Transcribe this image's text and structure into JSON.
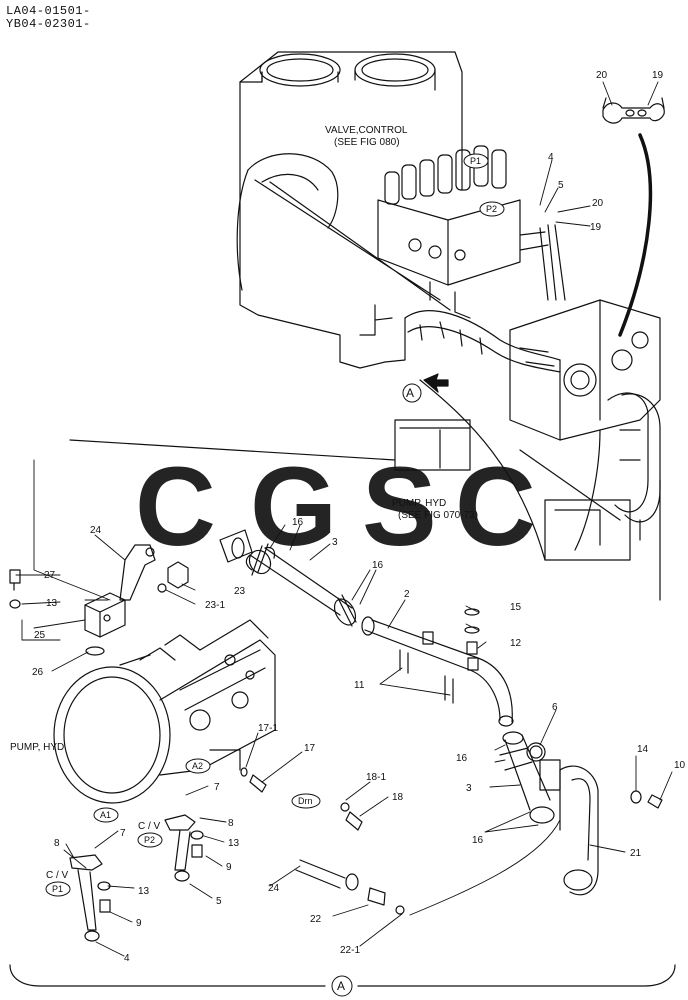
{
  "header": {
    "line1": "LA04-01501-",
    "line2": "YB04-02301-"
  },
  "watermark": {
    "letters": [
      "C",
      "G",
      "S",
      "C"
    ],
    "colors": [
      "#4f8ff0",
      "#f25e5e",
      "#f9cf48",
      "#2fa36b"
    ]
  },
  "labels": {
    "valve_control_1": "VALVE,CONTROL",
    "valve_control_2": "(SEE FIG 080)",
    "pump_hyd_ref_1": "PUMP, HYD",
    "pump_hyd_ref_2": "(SEE FIG 070-73)",
    "pump_hyd": "PUMP, HYD",
    "view_a": "A",
    "cv1": "C / V",
    "cv2": "C / V"
  },
  "ports": {
    "p1_top": "P1",
    "p2_top": "P2",
    "a1": "A1",
    "a2": "A2",
    "p1": "P1",
    "p2": "P2",
    "drn": "Drn"
  },
  "callouts": {
    "c20_top": "20",
    "c19_top": "19",
    "c4_top": "4",
    "c5_top": "5",
    "c20_mid": "20",
    "c19_mid": "19",
    "c16_a": "16",
    "c3_a": "3",
    "c16_b": "16",
    "c24_a": "24",
    "c27": "27",
    "c13_a": "13",
    "c25": "25",
    "c26": "26",
    "c23": "23",
    "c23_1": "23-1",
    "c2": "2",
    "c15": "15",
    "c12": "12",
    "c11": "11",
    "c6": "6",
    "c14": "14",
    "c10": "10",
    "c16_c": "16",
    "c3_b": "3",
    "c16_d": "16",
    "c21": "21",
    "c17_1": "17-1",
    "c17": "17",
    "c18_1": "18-1",
    "c18": "18",
    "c7_a": "7",
    "c7_b": "7",
    "c8_a": "8",
    "c13_b": "13",
    "c9_a": "9",
    "c5_b": "5",
    "c8_b": "8",
    "c13_c": "13",
    "c9_b": "9",
    "c4_b": "4",
    "c24_b": "24",
    "c22": "22",
    "c22_1": "22-1"
  }
}
